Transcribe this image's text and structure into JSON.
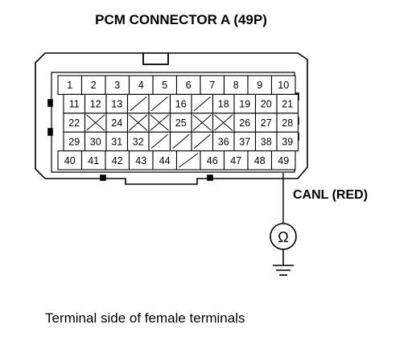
{
  "title": "PCM CONNECTOR A (49P)",
  "probe_label": "CANL (RED)",
  "caption": "Terminal side of female terminals",
  "meter_symbol": "Ω",
  "icons": [
    "ohmmeter-icon",
    "ground-icon"
  ],
  "highlight_terminal": "49",
  "rows": [
    [
      "1",
      "2",
      "3",
      "4",
      "5",
      "6",
      "7",
      "8",
      "9",
      "10"
    ],
    [
      "11",
      "12",
      "13",
      "",
      "",
      "16",
      "",
      "18",
      "19",
      "20",
      "21"
    ],
    [
      "22",
      "",
      "24",
      "",
      "",
      "25",
      "",
      "",
      "26",
      "27",
      "28"
    ],
    [
      "29",
      "30",
      "31",
      "32",
      "",
      "",
      "",
      "36",
      "37",
      "38",
      "39"
    ],
    [
      "40",
      "41",
      "42",
      "43",
      "44",
      "",
      "46",
      "47",
      "48",
      "49"
    ]
  ]
}
